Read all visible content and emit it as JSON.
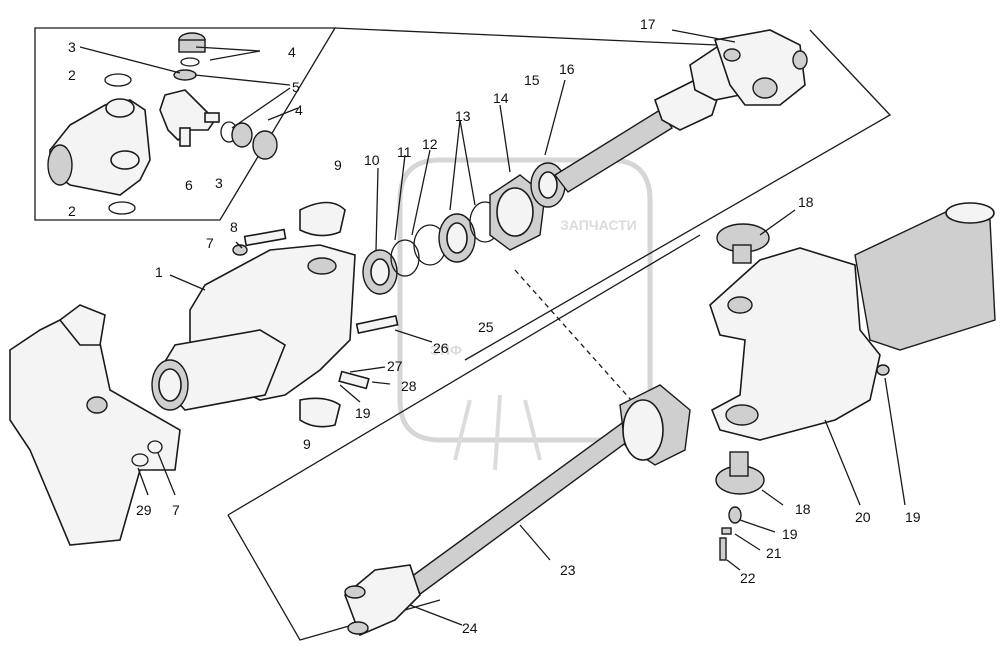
{
  "watermark": {
    "logo_text": "ЭПФ",
    "banner_text": "ЗАПЧАСТИ"
  },
  "callouts": [
    {
      "id": "c1",
      "label": "1"
    },
    {
      "id": "c2a",
      "label": "2"
    },
    {
      "id": "c2b",
      "label": "2"
    },
    {
      "id": "c3a",
      "label": "3"
    },
    {
      "id": "c3b",
      "label": "3"
    },
    {
      "id": "c4a",
      "label": "4"
    },
    {
      "id": "c4b",
      "label": "4"
    },
    {
      "id": "c5",
      "label": "5"
    },
    {
      "id": "c6",
      "label": "6"
    },
    {
      "id": "c7a",
      "label": "7"
    },
    {
      "id": "c7b",
      "label": "7"
    },
    {
      "id": "c8",
      "label": "8"
    },
    {
      "id": "c9a",
      "label": "9"
    },
    {
      "id": "c9b",
      "label": "9"
    },
    {
      "id": "c10",
      "label": "10"
    },
    {
      "id": "c11",
      "label": "11"
    },
    {
      "id": "c12",
      "label": "12"
    },
    {
      "id": "c13",
      "label": "13"
    },
    {
      "id": "c14",
      "label": "14"
    },
    {
      "id": "c15",
      "label": "15"
    },
    {
      "id": "c16",
      "label": "16"
    },
    {
      "id": "c17",
      "label": "17"
    },
    {
      "id": "c18a",
      "label": "18"
    },
    {
      "id": "c18b",
      "label": "18"
    },
    {
      "id": "c19a",
      "label": "19"
    },
    {
      "id": "c19b",
      "label": "19"
    },
    {
      "id": "c19c",
      "label": "19"
    },
    {
      "id": "c20",
      "label": "20"
    },
    {
      "id": "c21",
      "label": "21"
    },
    {
      "id": "c22",
      "label": "22"
    },
    {
      "id": "c23",
      "label": "23"
    },
    {
      "id": "c24",
      "label": "24"
    },
    {
      "id": "c25",
      "label": "25"
    },
    {
      "id": "c26",
      "label": "26"
    },
    {
      "id": "c27",
      "label": "27"
    },
    {
      "id": "c28",
      "label": "28"
    },
    {
      "id": "c29",
      "label": "29"
    }
  ]
}
